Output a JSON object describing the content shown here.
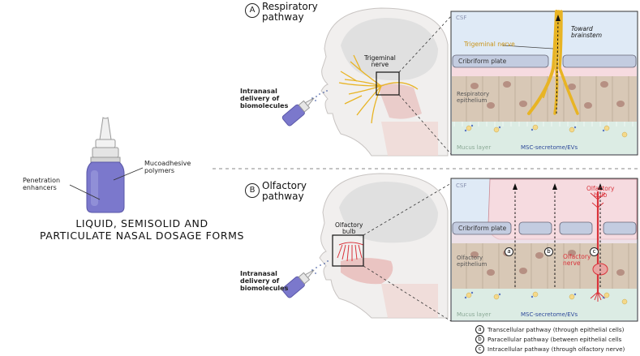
{
  "sections": {
    "respiratory": {
      "letter": "A",
      "title_line1": "Respiratory",
      "title_line2": "pathway"
    },
    "olfactory": {
      "letter": "B",
      "title_line1": "Olfactory",
      "title_line2": "pathway"
    }
  },
  "left_panel": {
    "mucoadhesive": [
      "Mucoadhesive",
      "polymers"
    ],
    "penetration": [
      "Penetration",
      "enhancers"
    ],
    "title_line1": "LIQUID, SEMISOLID AND",
    "title_line2": "PARTICULATE NASAL DOSAGE FORMS"
  },
  "head_a": {
    "nerve_label": [
      "Trigeminal",
      "nerve"
    ],
    "delivery": [
      "Intranasal",
      "delivery of",
      "biomolecules"
    ]
  },
  "head_b": {
    "bulb_label": [
      "Olfactory",
      "bulb"
    ],
    "delivery": [
      "Intranasal",
      "delivery of",
      "biomolecules"
    ]
  },
  "inset_a": {
    "csf": "CSF",
    "toward": [
      "Toward",
      "brainstem"
    ],
    "trigeminal": "Trigeminal nerve",
    "cribriform": "Cribriform plate",
    "epithelium": [
      "Respiratory",
      "epithelium"
    ],
    "mucus": "Mucus layer",
    "msc": "MSC-secretome/EVs"
  },
  "inset_b": {
    "csf": "CSF",
    "bulb": [
      "Olfactory",
      "bulb"
    ],
    "cribriform": "Cribriform plate",
    "epithelium": [
      "Olfactory",
      "epithelium"
    ],
    "nerve": [
      "Olfactory",
      "nerve"
    ],
    "mucus": "Mucus layer",
    "msc": "MSC-secretome/EVs",
    "markers": [
      "a",
      "b",
      "c"
    ]
  },
  "legend": [
    {
      "letter": "a",
      "text": "Transcellular pathway (through epithelial cells)"
    },
    {
      "letter": "b",
      "text": "Paracellular pathway (between epithelial cells"
    },
    {
      "letter": "c",
      "text": "Intracellular pathway (through olfactory nerve)"
    }
  ],
  "colors": {
    "nerve": "#e8b424",
    "olfactory_red": "#d9323a",
    "csf_blue": "#dfeaf6",
    "csf_pink": "#f6dbe0",
    "plate": "#c3cce0",
    "epithelium": "#d8c8b6",
    "mucus": "#dcece4",
    "bottle": "#7b78cc",
    "msc_blue": "#2e4a9a"
  }
}
